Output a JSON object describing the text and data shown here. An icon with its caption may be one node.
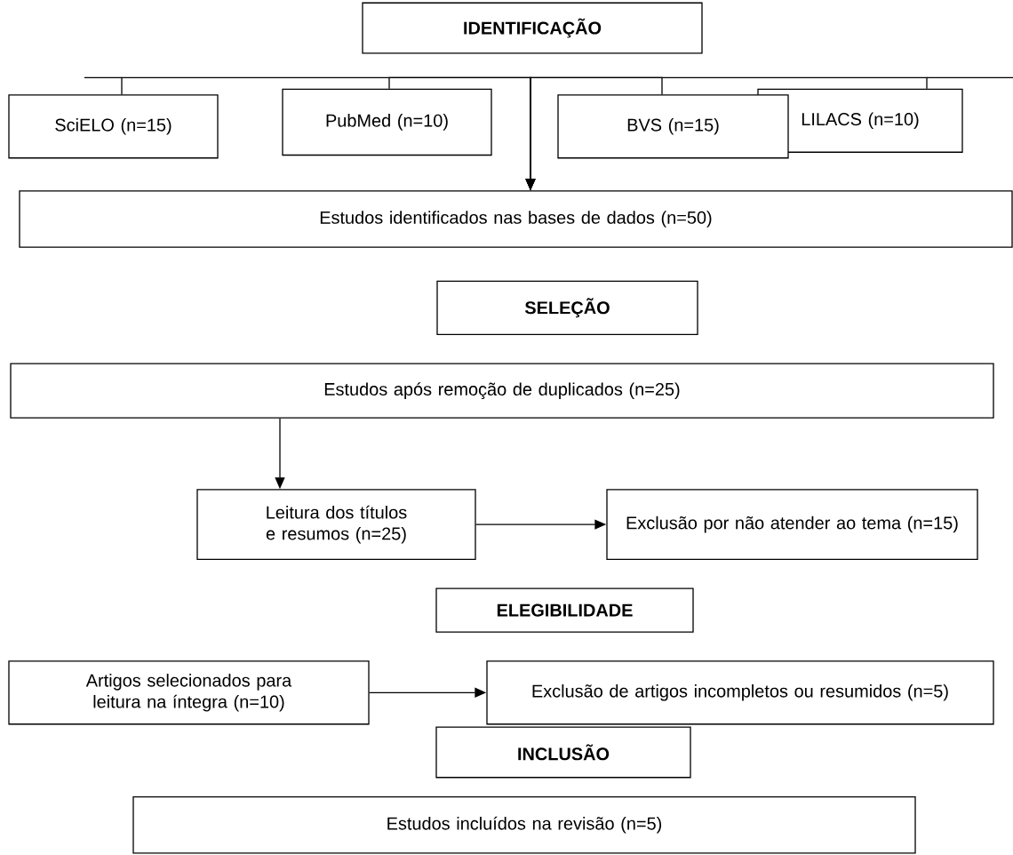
{
  "diagram": {
    "nodes": [
      {
        "text": [
          "IDENTIFICAÇÃO"
        ]
      },
      {
        "text": [
          "SciELO (n=15)"
        ]
      },
      {
        "text": [
          "PubMed (n=10)"
        ]
      },
      {
        "text": [
          "BVS (n=15)"
        ]
      },
      {
        "text": [
          "LILACS (n=10)"
        ]
      },
      {
        "text": [
          "Estudos identificados nas bases de dados (n=50)"
        ]
      },
      {
        "text": [
          "SELEÇÃO"
        ]
      },
      {
        "text": [
          "Estudos após remoção de duplicados (n=25)"
        ]
      },
      {
        "text": [
          "Leitura dos títulos e resumos (n=25)"
        ]
      },
      {
        "text": [
          "Exclusão por não atender ao tema (n=15)"
        ]
      },
      {
        "text": [
          "ELEGIBILIDADE"
        ]
      },
      {
        "text": [
          "Artigos selecionados para leitura na íntegra (n=10)"
        ]
      },
      {
        "text": [
          "Exclusão de artigos incompletos ou resumidos (n=5)"
        ]
      },
      {
        "text": [
          "INCLUSÃO"
        ]
      },
      {
        "text": [
          "Estudos incluídos na revisão (n=5)"
        ]
      }
    ],
    "edges": [
      {
        "from": 1,
        "to": 5,
        "arrow": "to"
      },
      {
        "from": 2,
        "to": 5,
        "arrow": "to"
      },
      {
        "from": 3,
        "to": 5,
        "arrow": "to"
      },
      {
        "from": 4,
        "to": 5,
        "arrow": "to"
      },
      {
        "from": 7,
        "to": 8,
        "arrow": "to"
      },
      {
        "from": 8,
        "to": 9,
        "arrow": "to"
      },
      {
        "from": 11,
        "to": 12,
        "arrow": "to"
      }
    ]
  }
}
